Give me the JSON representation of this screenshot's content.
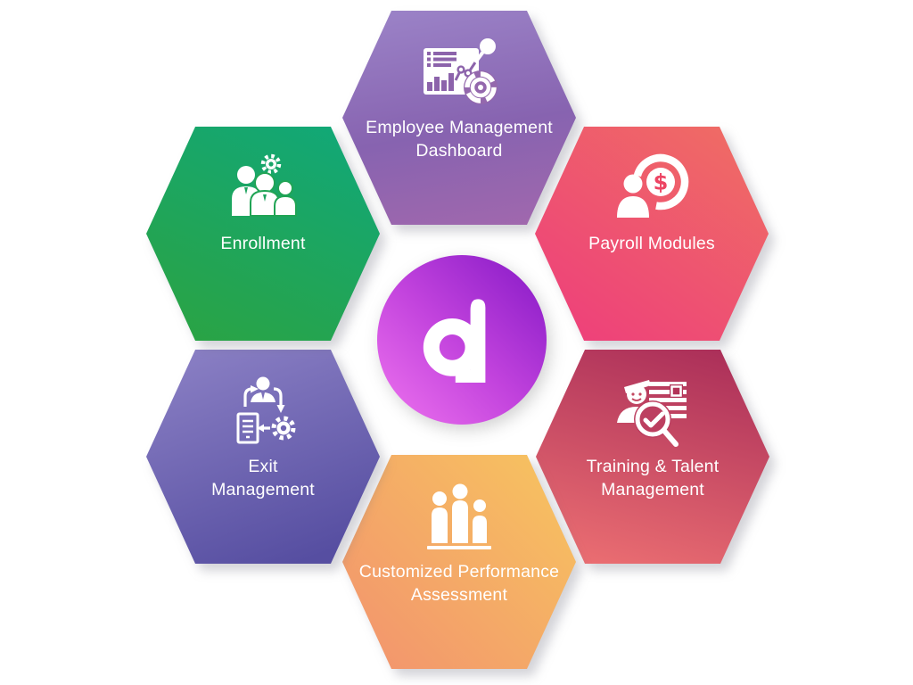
{
  "diagram": {
    "center_logo": {
      "letter": "d",
      "circle_colors": [
        "#8a1cc8",
        "#ef74ef"
      ]
    },
    "modules": [
      {
        "id": "employee-management-dashboard",
        "label_lines": [
          "Employee Management",
          "Dashboard"
        ],
        "icon": "dashboard-analytics-icon",
        "colors": [
          "#9c84c8",
          "#8763b0",
          "#a268ad"
        ]
      },
      {
        "id": "payroll-modules",
        "label_lines": [
          "Payroll Modules"
        ],
        "icon": "payroll-person-dollar-icon",
        "colors": [
          "#ef6f63",
          "#ee3d7c"
        ]
      },
      {
        "id": "training-talent-management",
        "label_lines": [
          "Training & Talent",
          "Management"
        ],
        "icon": "talent-search-check-icon",
        "colors": [
          "#a82c58",
          "#ee7173"
        ]
      },
      {
        "id": "customized-performance-assessment",
        "label_lines": [
          "Customized Performance",
          "Assessment"
        ],
        "icon": "people-ranking-icon",
        "colors": [
          "#f7c55f",
          "#f2926e"
        ]
      },
      {
        "id": "exit-management",
        "label_lines": [
          "Exit",
          "Management"
        ],
        "icon": "exit-process-gear-icon",
        "colors": [
          "#8d82c6",
          "#564ea1"
        ]
      },
      {
        "id": "enrollment",
        "label_lines": [
          "Enrollment"
        ],
        "icon": "people-group-gear-icon",
        "colors": [
          "#10a87a",
          "#2aa344"
        ]
      }
    ]
  }
}
